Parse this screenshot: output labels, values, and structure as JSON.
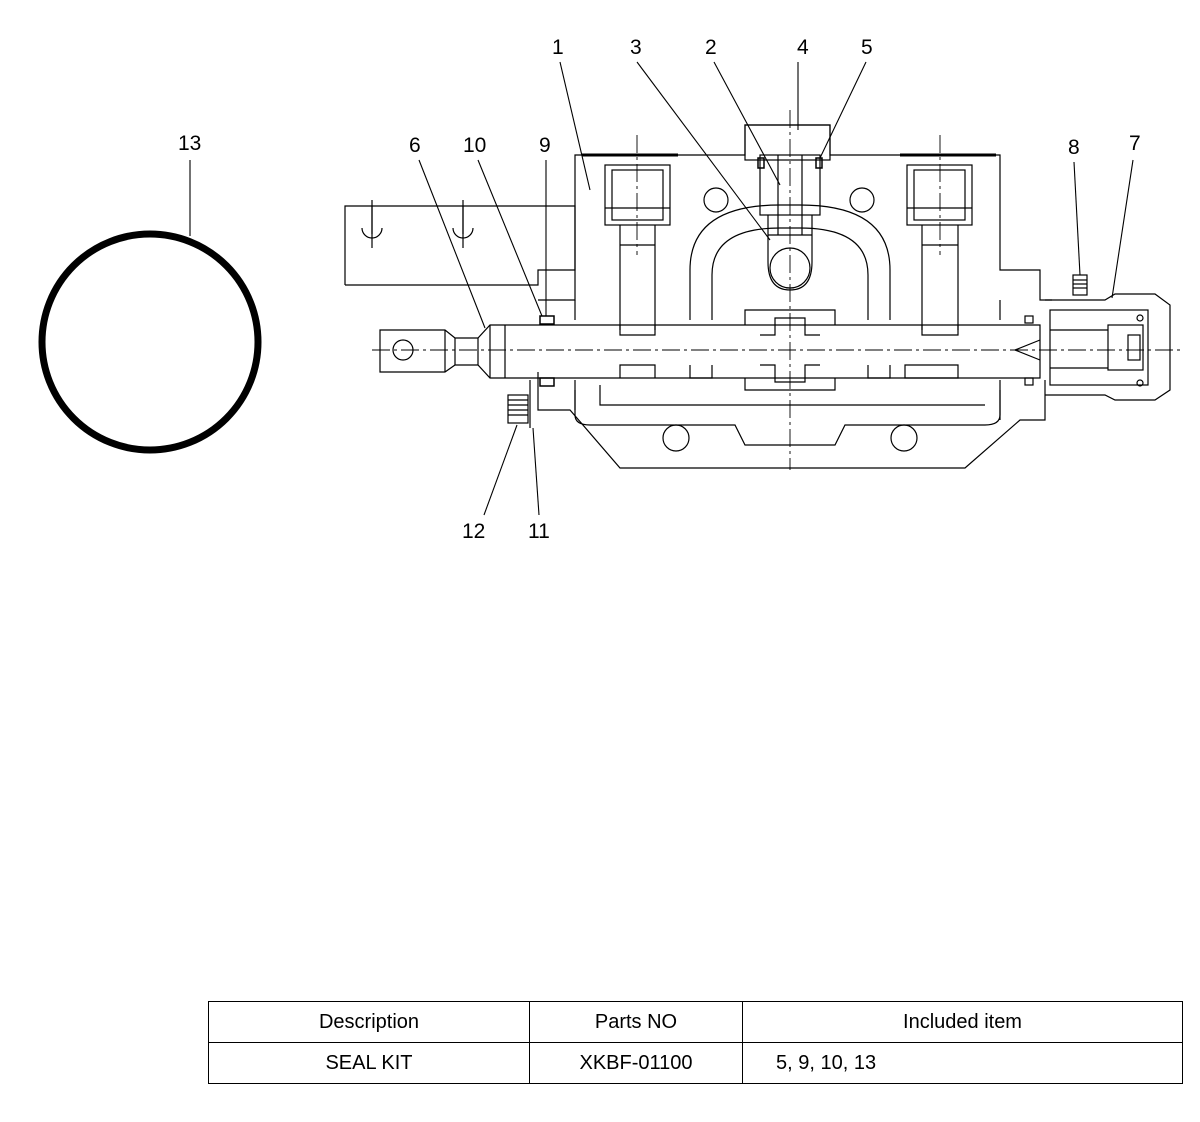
{
  "callouts": {
    "c1": "1",
    "c2": "2",
    "c3": "3",
    "c4": "4",
    "c5": "5",
    "c6": "6",
    "c7": "7",
    "c8": "8",
    "c9": "9",
    "c10": "10",
    "c11": "11",
    "c12": "12",
    "c13": "13"
  },
  "table": {
    "headers": {
      "description": "Description",
      "parts_no": "Parts NO",
      "included": "Included item"
    },
    "rows": [
      {
        "description": "SEAL KIT",
        "parts_no": "XKBF-01100",
        "included": "5, 9, 10, 13"
      }
    ]
  },
  "colors": {
    "line": "#000000",
    "background": "#ffffff"
  }
}
